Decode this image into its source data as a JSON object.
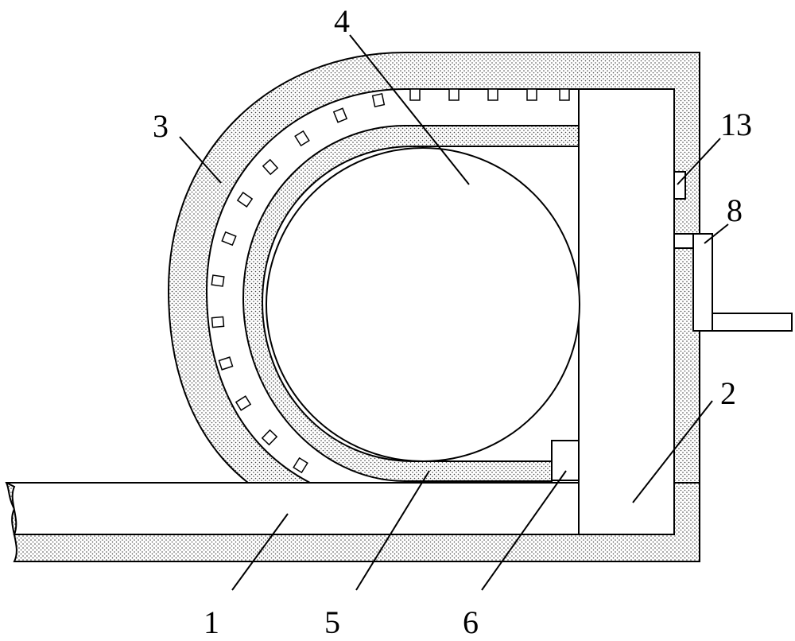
{
  "labels": {
    "l1": "1",
    "l2": "2",
    "l3": "3",
    "l4": "4",
    "l5": "5",
    "l6": "6",
    "l8": "8",
    "l13": "13"
  }
}
